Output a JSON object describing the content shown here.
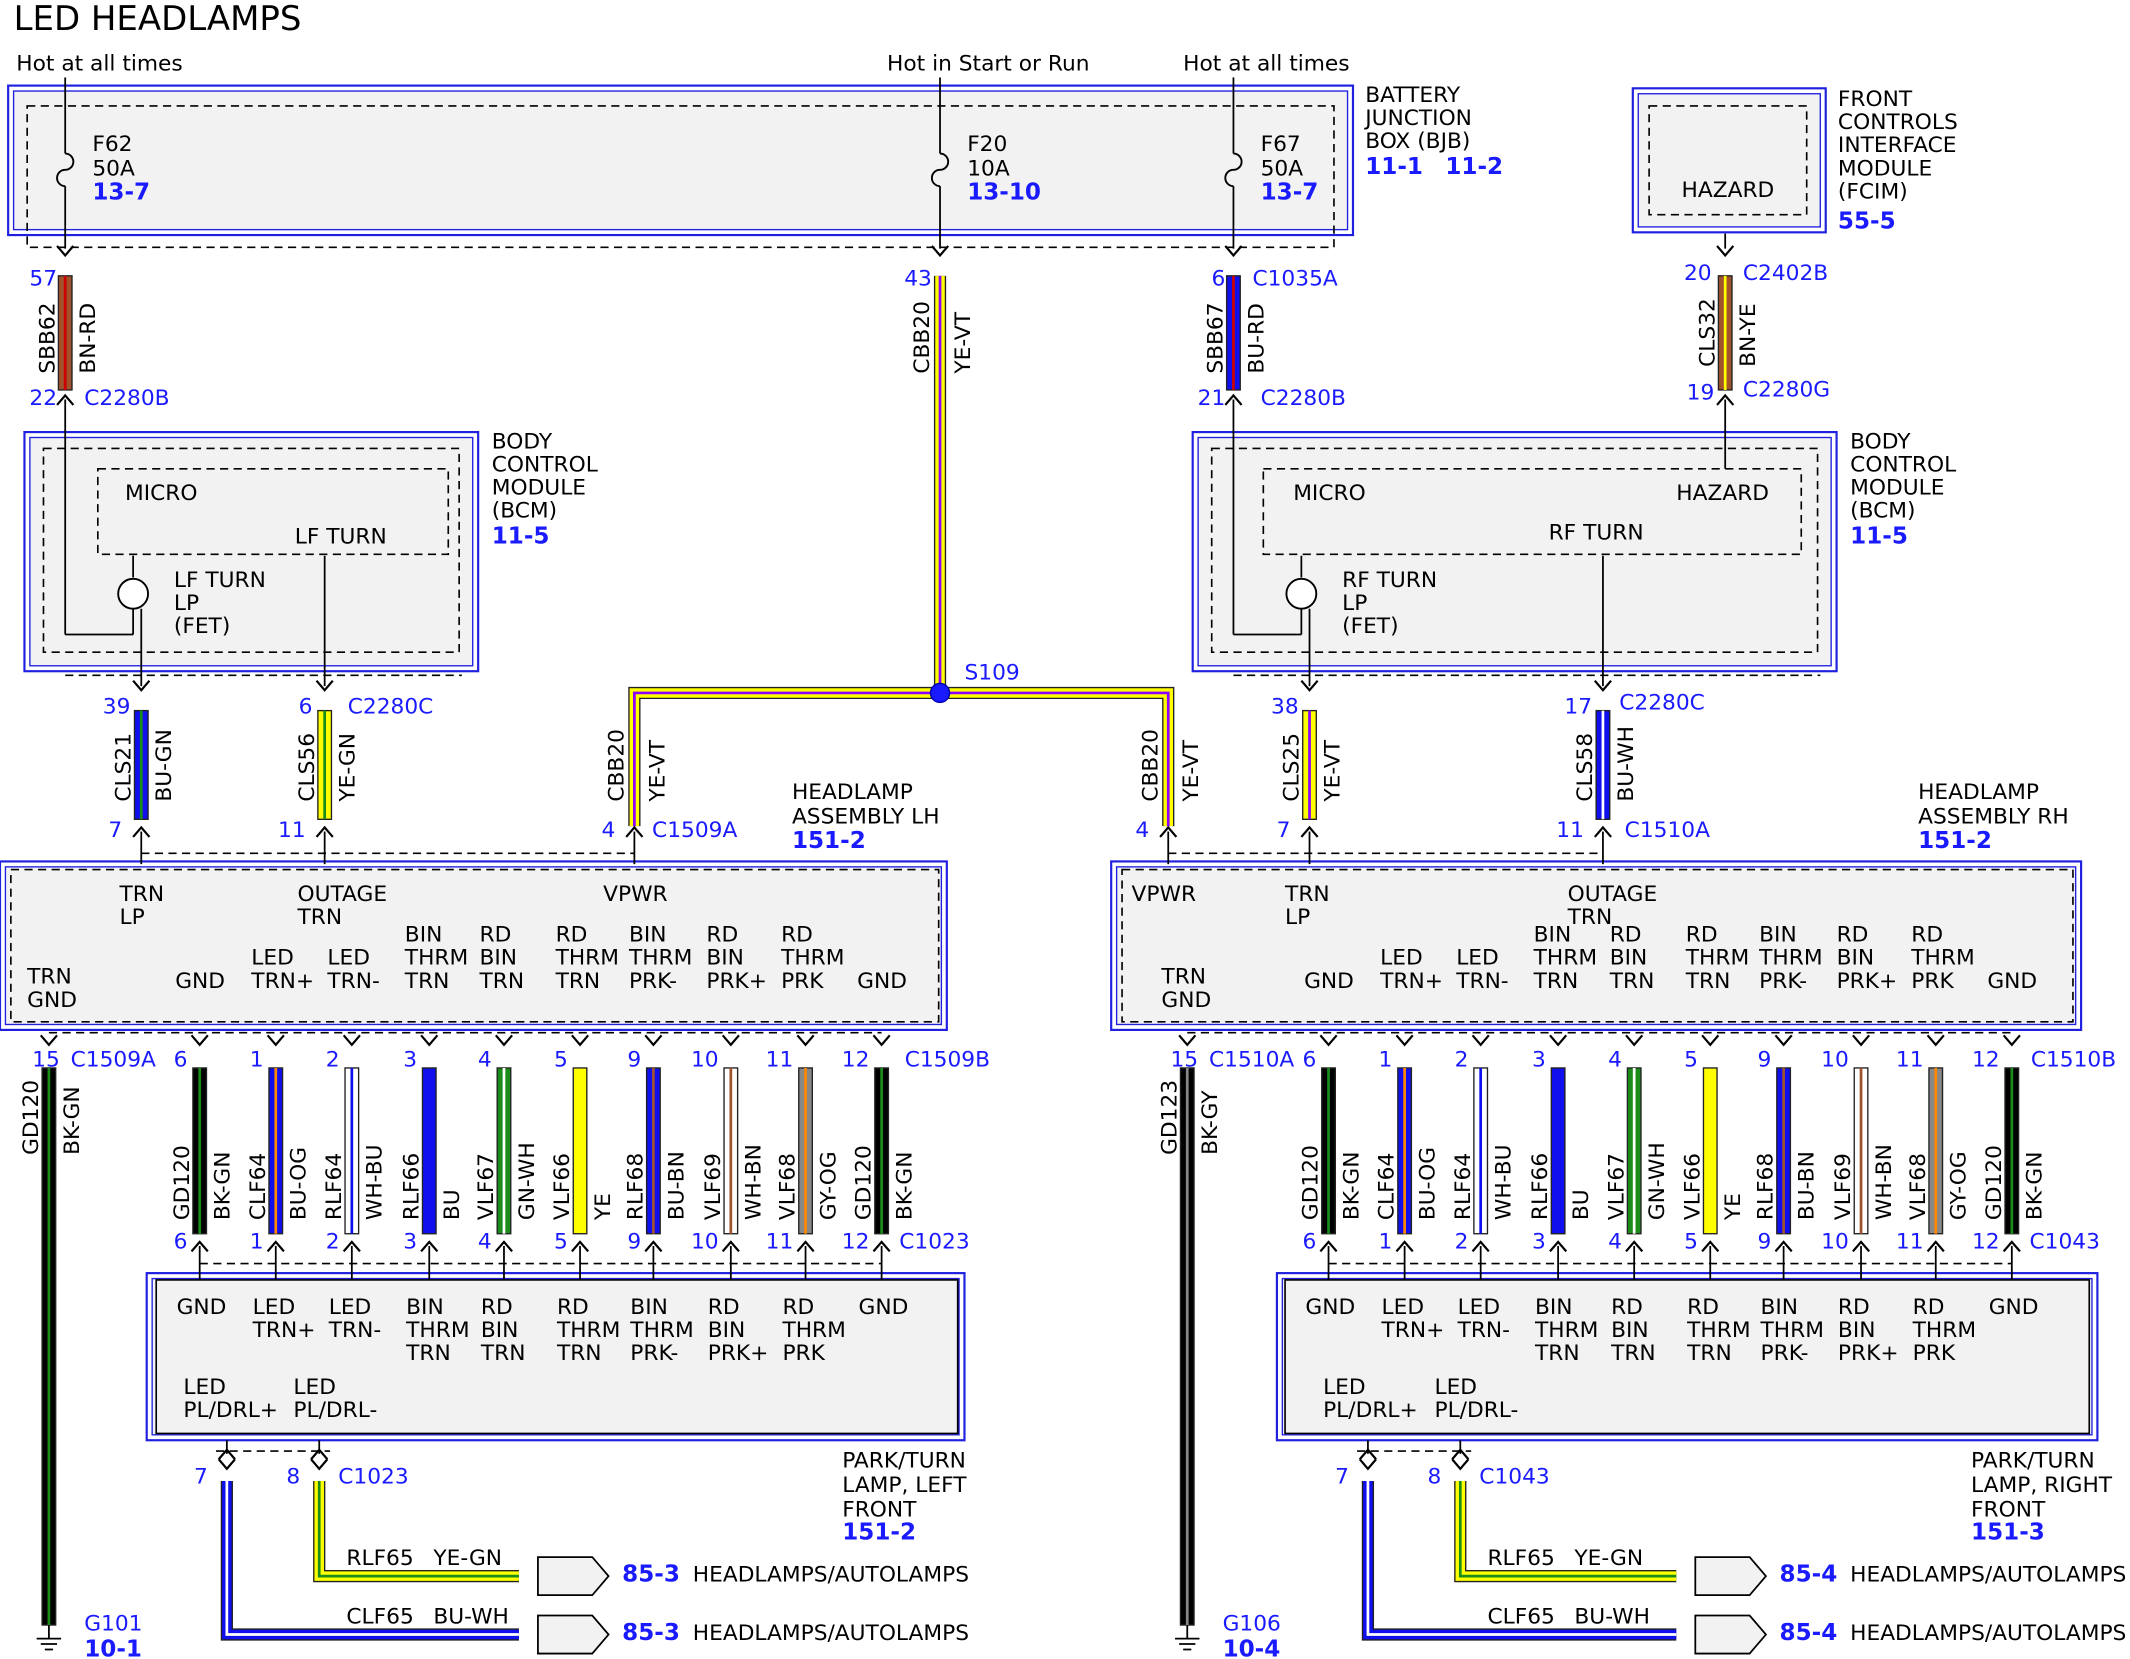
{
  "title": "LED HEADLAMPS",
  "colors": {
    "ref_blue": "#1a1aff",
    "module_border": "#2020e0",
    "module_fill": "#f2f2f2"
  },
  "hot_labels": {
    "hot_at_all_times": "Hot at all times",
    "hot_start_run": "Hot in Start or Run"
  },
  "bjb": {
    "name_lines": [
      "BATTERY",
      "JUNCTION",
      "BOX (BJB)"
    ],
    "ref1": "11-1",
    "ref2": "11-2",
    "fuses": [
      {
        "id": "F62",
        "amp": "50A",
        "ref": "13-7"
      },
      {
        "id": "F20",
        "amp": "10A",
        "ref": "13-10"
      },
      {
        "id": "F67",
        "amp": "50A",
        "ref": "13-7"
      }
    ]
  },
  "fcim": {
    "name_lines": [
      "FRONT",
      "CONTROLS",
      "INTERFACE",
      "MODULE",
      "(FCIM)"
    ],
    "ref": "55-5",
    "inner": "HAZARD"
  },
  "bcm": {
    "name_lines": [
      "BODY",
      "CONTROL",
      "MODULE",
      "(BCM)"
    ],
    "ref": "11-5"
  },
  "bcm_left": {
    "micro": "MICRO",
    "turn": "LF TURN",
    "fet_lines": [
      "LF TURN",
      "LP",
      "(FET)"
    ]
  },
  "bcm_right": {
    "micro": "MICRO",
    "hazard": "HAZARD",
    "turn": "RF TURN",
    "fet_lines": [
      "RF TURN",
      "LP",
      "(FET)"
    ]
  },
  "splice": "S109",
  "wires_top": [
    {
      "p1": "57",
      "circuit": "SBB62",
      "color": "BN-RD",
      "conn1": "",
      "p2": "22",
      "conn2": "C2280B"
    },
    {
      "p1": "43",
      "circuit": "CBB20",
      "color": "YE-VT",
      "conn1": "",
      "p2": "",
      "conn2": ""
    },
    {
      "p1": "6",
      "circuit": "SBB67",
      "color": "BU-RD",
      "conn1": "C1035A",
      "p2": "21",
      "conn2": "C2280B"
    },
    {
      "p1": "20",
      "circuit": "CLS32",
      "color": "BN-YE",
      "conn1": "C2402B",
      "p2": "19",
      "conn2": "C2280G"
    }
  ],
  "wires_mid": [
    {
      "p1": "39",
      "circuit": "CLS21",
      "color": "BU-GN",
      "conn1": "",
      "p2": "7",
      "conn2": ""
    },
    {
      "p1": "6",
      "circuit": "CLS56",
      "color": "YE-GN",
      "conn1": "C2280C",
      "p2": "11",
      "conn2": ""
    },
    {
      "p1": "",
      "circuit": "CBB20",
      "color": "YE-VT",
      "conn1": "",
      "p2": "4",
      "conn2": "C1509A"
    },
    {
      "p1": "",
      "circuit": "CBB20",
      "color": "YE-VT",
      "conn1": "",
      "p2": "4",
      "conn2": ""
    },
    {
      "p1": "38",
      "circuit": "CLS25",
      "color": "YE-VT",
      "conn1": "",
      "p2": "7",
      "conn2": ""
    },
    {
      "p1": "17",
      "circuit": "CLS58",
      "color": "BU-WH",
      "conn1": "C2280C",
      "p2": "11",
      "conn2": "C1510A"
    }
  ],
  "headlamp_lh": {
    "name_lines": [
      "HEADLAMP",
      "ASSEMBLY LH"
    ],
    "ref": "151-2",
    "top_labels": [
      [
        "TRN",
        "LP"
      ],
      [
        "OUTAGE",
        "TRN"
      ],
      [
        "VPWR"
      ]
    ],
    "conn_left": "C1509A",
    "conn_right": "C1509B",
    "conn_lamp": "C1023",
    "ground": {
      "pin": "15",
      "circuit": "GD120",
      "color": "BK-GN",
      "id": "G101",
      "ref": "10-1"
    }
  },
  "headlamp_rh": {
    "name_lines": [
      "HEADLAMP",
      "ASSEMBLY RH"
    ],
    "ref": "151-2",
    "top_labels": [
      [
        "VPWR"
      ],
      [
        "TRN",
        "LP"
      ],
      [
        "OUTAGE",
        "TRN"
      ]
    ],
    "conn_left": "C1510A",
    "conn_right": "C1510B",
    "conn_lamp": "C1043",
    "ground": {
      "pin": "15",
      "circuit": "GD123",
      "color": "BK-GY",
      "id": "G106",
      "ref": "10-4"
    }
  },
  "trn_gnd": [
    "TRN",
    "GND"
  ],
  "pin_functions": [
    [
      "GND"
    ],
    [
      "LED",
      "TRN+"
    ],
    [
      "LED",
      "TRN-"
    ],
    [
      "BIN",
      "THRM",
      "TRN"
    ],
    [
      "RD",
      "BIN",
      "TRN"
    ],
    [
      "RD",
      "THRM",
      "TRN"
    ],
    [
      "BIN",
      "THRM",
      "PRK-"
    ],
    [
      "RD",
      "BIN",
      "PRK+"
    ],
    [
      "RD",
      "THRM",
      "PRK"
    ],
    [
      "GND"
    ]
  ],
  "lh_pins": [
    {
      "pin": "6",
      "circuit": "GD120",
      "color": "BK-GN"
    },
    {
      "pin": "1",
      "circuit": "CLF64",
      "color": "BU-OG"
    },
    {
      "pin": "2",
      "circuit": "RLF64",
      "color": "WH-BU"
    },
    {
      "pin": "3",
      "circuit": "RLF66",
      "color": "BU"
    },
    {
      "pin": "4",
      "circuit": "VLF67",
      "color": "GN-WH"
    },
    {
      "pin": "5",
      "circuit": "VLF66",
      "color": "YE"
    },
    {
      "pin": "9",
      "circuit": "RLF68",
      "color": "BU-BN"
    },
    {
      "pin": "10",
      "circuit": "VLF69",
      "color": "WH-BN"
    },
    {
      "pin": "11",
      "circuit": "VLF68",
      "color": "GY-OG"
    },
    {
      "pin": "12",
      "circuit": "GD120",
      "color": "BK-GN"
    }
  ],
  "park_lamp_left": {
    "name_lines": [
      "PARK/TURN",
      "LAMP, LEFT",
      "FRONT"
    ],
    "ref": "151-2"
  },
  "park_lamp_right": {
    "name_lines": [
      "PARK/TURN",
      "LAMP, RIGHT",
      "FRONT"
    ],
    "ref": "151-3"
  },
  "drl_labels": [
    [
      "LED",
      "PL/DRL+"
    ],
    [
      "LED",
      "PL/DRL-"
    ]
  ],
  "drl_pins": [
    "7",
    "8"
  ],
  "out_left": [
    {
      "circuit": "RLF65",
      "color": "YE-GN",
      "ref": "85-3",
      "dest": "HEADLAMPS/AUTOLAMPS"
    },
    {
      "circuit": "CLF65",
      "color": "BU-WH",
      "ref": "85-3",
      "dest": "HEADLAMPS/AUTOLAMPS"
    }
  ],
  "out_right": [
    {
      "circuit": "RLF65",
      "color": "YE-GN",
      "ref": "85-4",
      "dest": "HEADLAMPS/AUTOLAMPS"
    },
    {
      "circuit": "CLF65",
      "color": "BU-WH",
      "ref": "85-4",
      "dest": "HEADLAMPS/AUTOLAMPS"
    }
  ]
}
